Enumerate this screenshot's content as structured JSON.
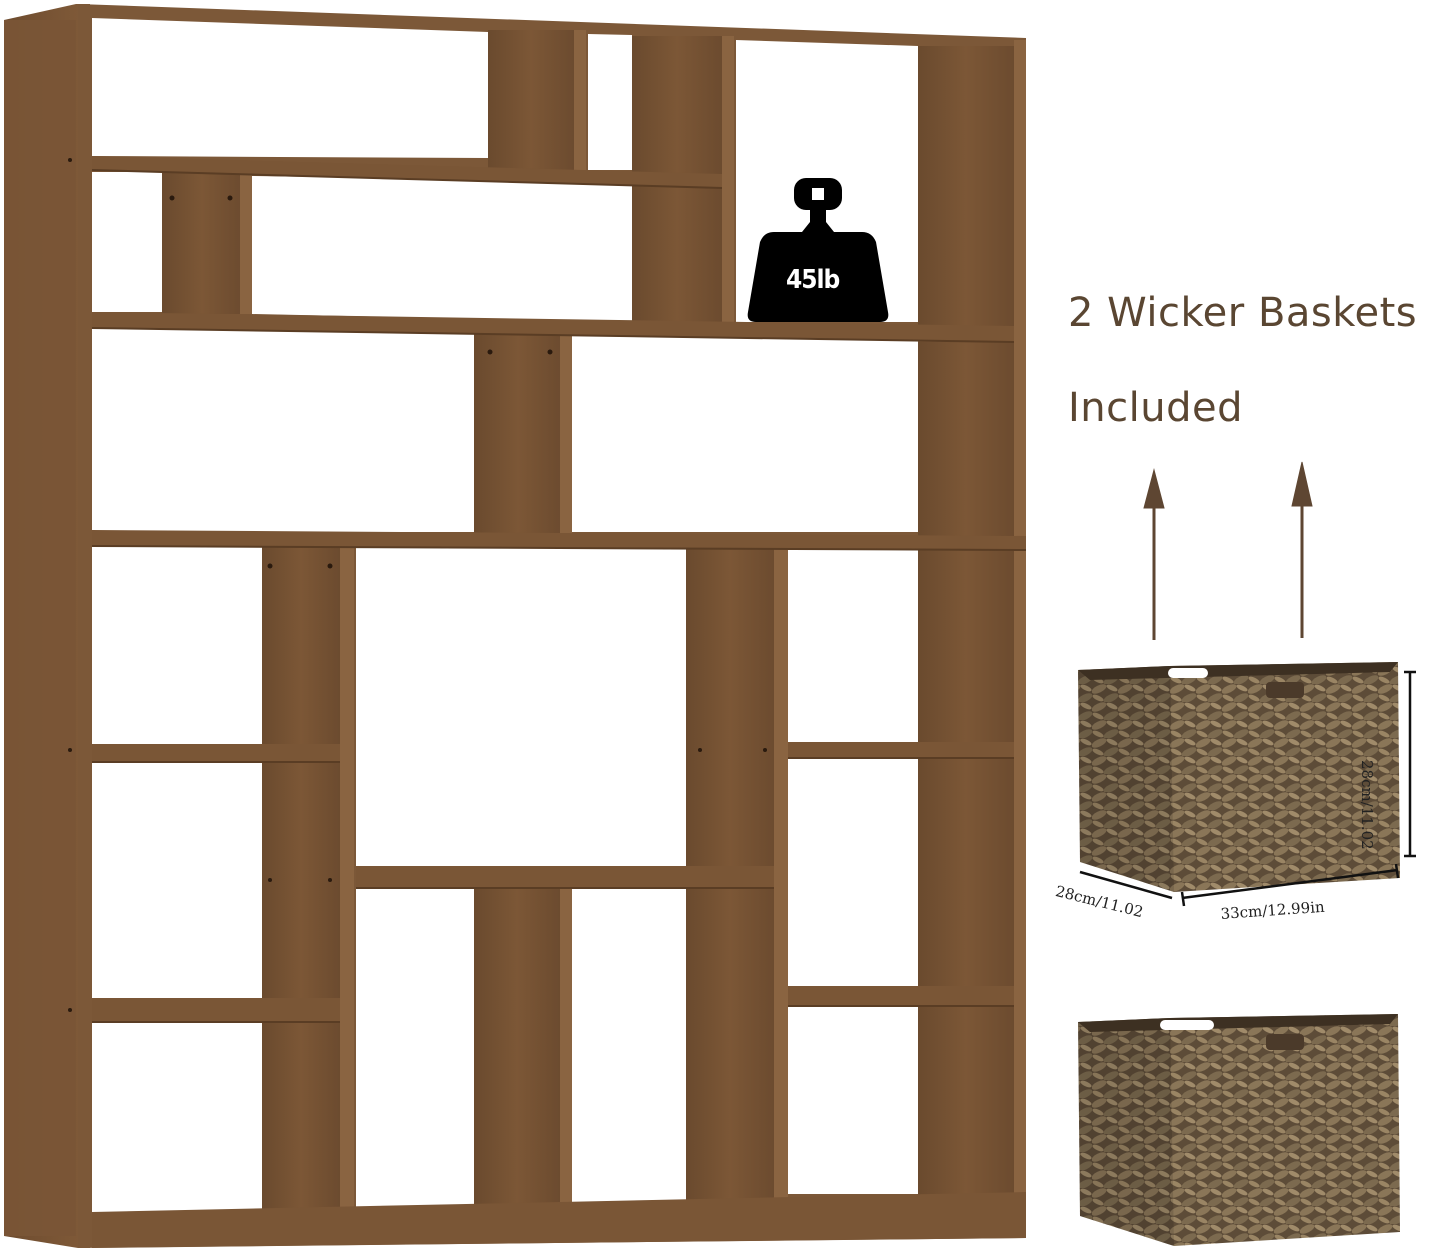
{
  "product": {
    "weight_badge": "45lb",
    "caption_line1": "2 Wicker Baskets",
    "caption_line2": "Included"
  },
  "basket_dimensions": {
    "height": "28cm/11.02",
    "depth": "28cm/11.02",
    "width": "33cm/12.99in"
  },
  "colors": {
    "wood": "#7a5535",
    "wood_dark": "#5e3f26",
    "wood_light": "#8f6843",
    "wicker": "#6b5a44",
    "caption": "#5a4632",
    "weight_icon": "#000000"
  },
  "icons": [
    "weight-icon",
    "arrow-up-icon"
  ]
}
